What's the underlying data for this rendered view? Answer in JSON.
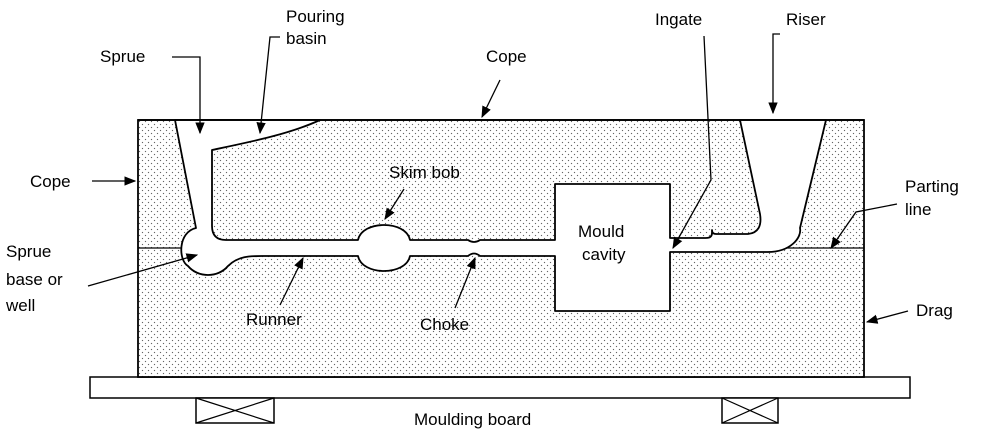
{
  "labels": {
    "sprue": "Sprue",
    "pouring_basin_1": "Pouring",
    "pouring_basin_2": "basin",
    "cope_top": "Cope",
    "ingate": "Ingate",
    "riser": "Riser",
    "cope_left": "Cope",
    "skim_bob": "Skim bob",
    "parting_line_1": "Parting",
    "parting_line_2": "line",
    "mould_cavity_1": "Mould",
    "mould_cavity_2": "cavity",
    "sprue_base_1": "Sprue",
    "sprue_base_2": "base or",
    "sprue_base_3": "well",
    "runner": "Runner",
    "choke": "Choke",
    "drag": "Drag",
    "moulding_board": "Moulding board"
  },
  "colors": {
    "line": "#000000",
    "sand_dots": "#555555",
    "background": "#ffffff"
  }
}
